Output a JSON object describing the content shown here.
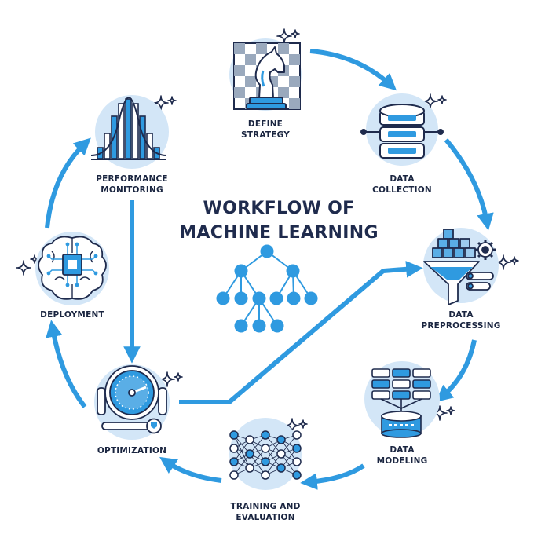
{
  "title": {
    "line1": "WORKFLOW OF",
    "line2": "MACHINE LEARNING"
  },
  "steps": [
    {
      "id": "define-strategy",
      "line1": "DEFINE",
      "line2": "STRATEGY",
      "icon": "chess-knight-icon"
    },
    {
      "id": "data-collection",
      "line1": "DATA",
      "line2": "COLLECTION",
      "icon": "database-icon"
    },
    {
      "id": "data-preprocessing",
      "line1": "DATA",
      "line2": "PREPROCESSING",
      "icon": "funnel-cubes-icon"
    },
    {
      "id": "data-modeling",
      "line1": "DATA",
      "line2": "MODELING",
      "icon": "data-model-icon"
    },
    {
      "id": "training-and-evaluation",
      "line1": "TRAINING AND",
      "line2": "EVALUATION",
      "icon": "neural-network-icon"
    },
    {
      "id": "optimization",
      "line1": "OPTIMIZATION",
      "line2": "",
      "icon": "speedometer-wrench-icon"
    },
    {
      "id": "deployment",
      "line1": "DEPLOYMENT",
      "line2": "",
      "icon": "brain-chip-icon"
    },
    {
      "id": "performance-monitoring",
      "line1": "PERFORMANCE",
      "line2": "MONITORING",
      "icon": "bell-curve-chart-icon"
    }
  ],
  "colors": {
    "primary": "#2f9ae0",
    "dark": "#1f2b4d",
    "light": "#d3e6f7",
    "mid": "#5aaee6"
  }
}
